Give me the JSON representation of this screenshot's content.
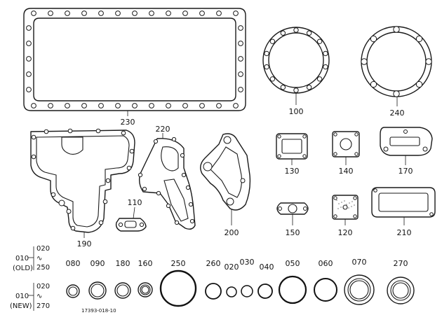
{
  "labels": {
    "p230": "230",
    "p100": "100",
    "p240": "240",
    "p220": "220",
    "p190": "190",
    "p110": "110",
    "p200": "200",
    "p130": "130",
    "p140": "140",
    "p170": "170",
    "p150": "150",
    "p120": "120",
    "p210": "210",
    "p080": "080",
    "p090": "090",
    "p180": "180",
    "p160": "160",
    "p250": "250",
    "p260": "260",
    "p020": "020",
    "p030": "030",
    "p040": "040",
    "p050": "050",
    "p060": "060",
    "p070": "070",
    "p270": "270"
  },
  "kit_old": {
    "code": "010",
    "tag": "(OLD)",
    "from": "020",
    "sep": "∿",
    "to": "250"
  },
  "kit_new": {
    "code": "010",
    "tag": "(NEW)",
    "from": "020",
    "sep": "∿",
    "to": "270"
  },
  "drawing_number": "17393-018-10"
}
